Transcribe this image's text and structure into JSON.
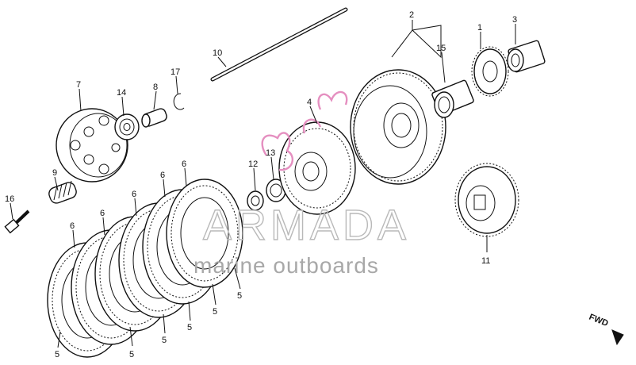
{
  "callouts": {
    "c1": "1",
    "c2": "2",
    "c3": "3",
    "c4": "4",
    "c5": "5",
    "c6": "6",
    "c7": "7",
    "c8": "8",
    "c9": "9",
    "c10": "10",
    "c11": "11",
    "c12": "12",
    "c13": "13",
    "c14": "14",
    "c15": "15",
    "c16": "16",
    "c17": "17"
  },
  "watermark": {
    "brand": "ARMADA",
    "tagline": "marine outboards",
    "accent_color": "#e58fc0"
  },
  "direction_label": "FWD"
}
